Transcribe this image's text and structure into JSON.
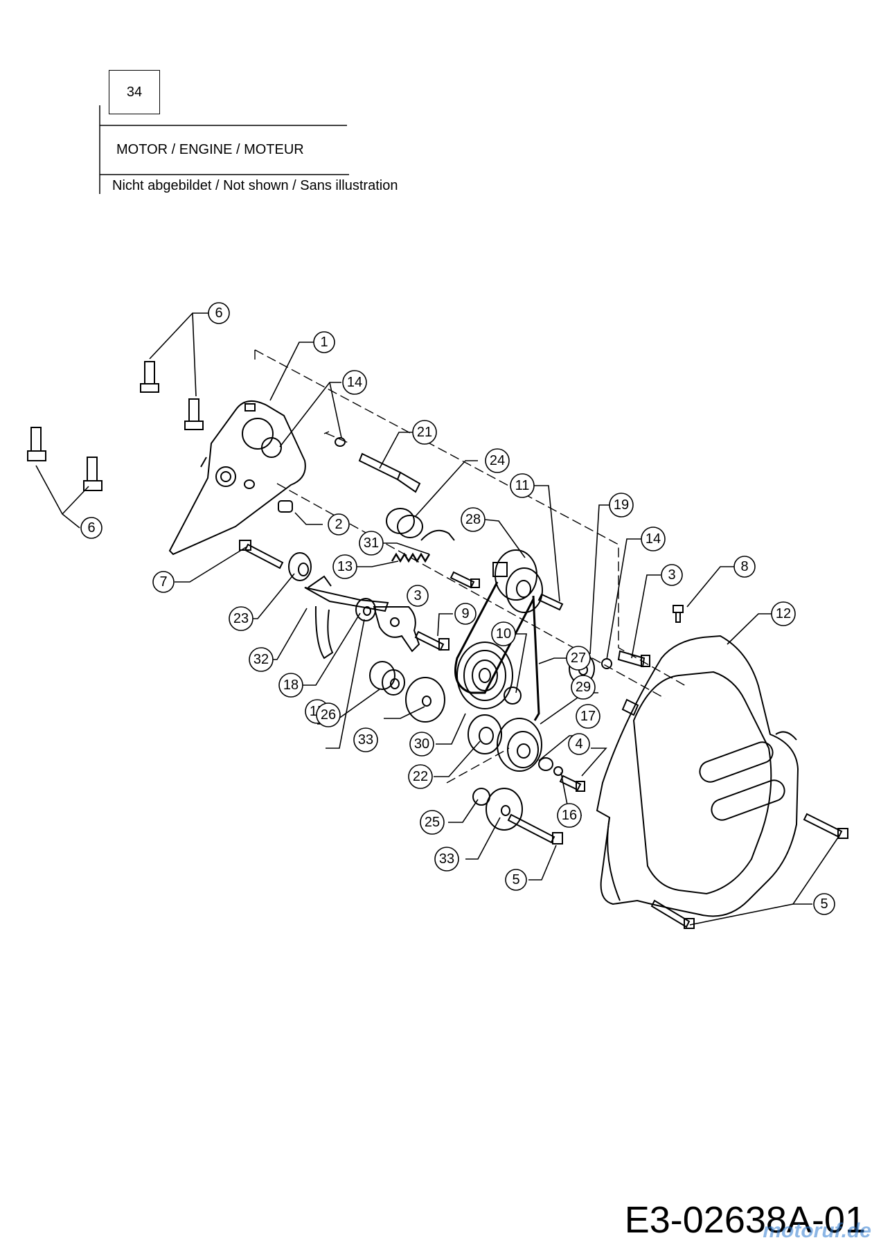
{
  "legend": {
    "box_number": "34",
    "engine_label": "MOTOR / ENGINE / MOTEUR",
    "not_shown_label": "Nicht abgebildet / Not shown / Sans illustration"
  },
  "drawing_number": "E3-02638A-01",
  "watermark": "motoruf.de",
  "callouts": [
    {
      "id": "c6a",
      "label": "6"
    },
    {
      "id": "c1",
      "label": "1"
    },
    {
      "id": "c14a",
      "label": "14"
    },
    {
      "id": "c21",
      "label": "21"
    },
    {
      "id": "c24",
      "label": "24"
    },
    {
      "id": "c11",
      "label": "11"
    },
    {
      "id": "c19",
      "label": "19"
    },
    {
      "id": "c28",
      "label": "28"
    },
    {
      "id": "c14b",
      "label": "14"
    },
    {
      "id": "c6b",
      "label": "6"
    },
    {
      "id": "c2",
      "label": "2"
    },
    {
      "id": "c31",
      "label": "31"
    },
    {
      "id": "c3a",
      "label": "3"
    },
    {
      "id": "c8",
      "label": "8"
    },
    {
      "id": "c7",
      "label": "7"
    },
    {
      "id": "c13",
      "label": "13"
    },
    {
      "id": "c3b",
      "label": "3"
    },
    {
      "id": "c12",
      "label": "12"
    },
    {
      "id": "c23",
      "label": "23"
    },
    {
      "id": "c9",
      "label": "9"
    },
    {
      "id": "c32",
      "label": "32"
    },
    {
      "id": "c10",
      "label": "10"
    },
    {
      "id": "c27",
      "label": "27"
    },
    {
      "id": "c18",
      "label": "18"
    },
    {
      "id": "c15",
      "label": "15"
    },
    {
      "id": "c29",
      "label": "29"
    },
    {
      "id": "c26",
      "label": "26"
    },
    {
      "id": "c17",
      "label": "17"
    },
    {
      "id": "c33a",
      "label": "33"
    },
    {
      "id": "c30",
      "label": "30"
    },
    {
      "id": "c4",
      "label": "4"
    },
    {
      "id": "c22",
      "label": "22"
    },
    {
      "id": "c16",
      "label": "16"
    },
    {
      "id": "c25",
      "label": "25"
    },
    {
      "id": "c33b",
      "label": "33"
    },
    {
      "id": "c5a",
      "label": "5"
    },
    {
      "id": "c5b",
      "label": "5"
    }
  ]
}
